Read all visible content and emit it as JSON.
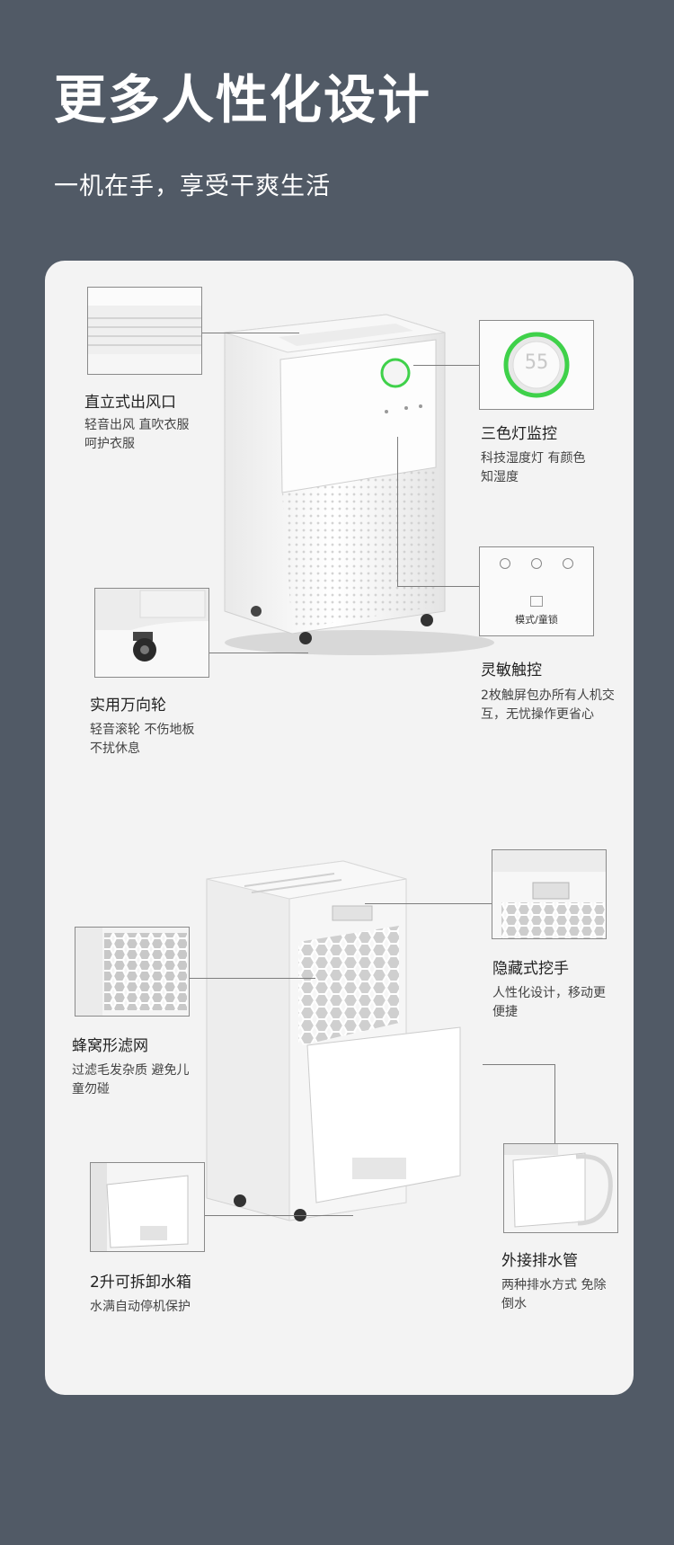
{
  "header": {
    "title": "更多人性化设计",
    "subtitle": "一机在手，享受干爽生活"
  },
  "features": [
    {
      "title": "直立式出风口",
      "desc": "轻音出风 直吹衣服呵护衣服"
    },
    {
      "title": "三色灯监控",
      "desc": "科技湿度灯 有颜色知湿度"
    },
    {
      "title": "灵敏触控",
      "desc": "2枚触屏包办所有人机交互，无忧操作更省心"
    },
    {
      "title": "实用万向轮",
      "desc": "轻音滚轮 不伤地板不扰休息"
    },
    {
      "title": "隐藏式挖手",
      "desc": "人性化设计，移动更便捷"
    },
    {
      "title": "蜂窝形滤网",
      "desc": "过滤毛发杂质 避免儿童勿碰"
    },
    {
      "title": "2升可拆卸水箱",
      "desc": "水满自动停机保护"
    },
    {
      "title": "外接排水管",
      "desc": "两种排水方式 免除倒水"
    }
  ],
  "panel": {
    "display_value": "55",
    "mode_label": "模式/童锁"
  },
  "colors": {
    "background": "#515a66",
    "card": "#f3f3f3",
    "accent_green": "#3fd14a"
  }
}
